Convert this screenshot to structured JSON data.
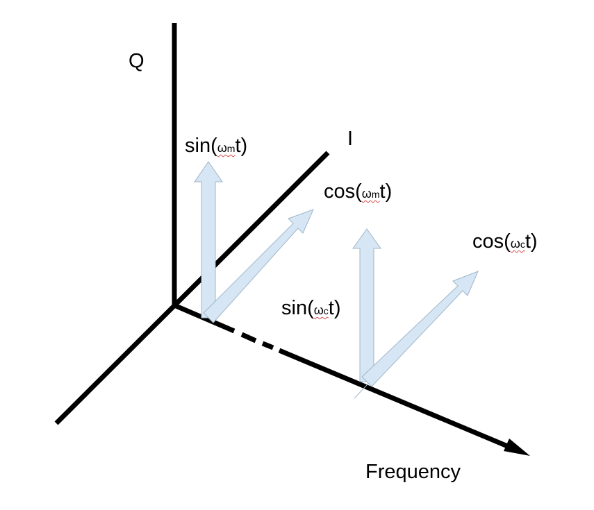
{
  "axes": {
    "q_label": "Q",
    "i_label": "I",
    "freq_label": "Frequency"
  },
  "labels": {
    "sin_m": {
      "pre": "sin(",
      "omega": "ω",
      "sub": "m",
      "post": "t)"
    },
    "cos_m": {
      "pre": "cos(",
      "omega": "ω",
      "sub": "m",
      "post": "t)"
    },
    "sin_c": {
      "pre": "sin(",
      "omega": "ω",
      "sub": "c",
      "post": "t)"
    },
    "cos_c": {
      "pre": "cos(",
      "omega": "ω",
      "sub": "c",
      "post": "t)"
    }
  },
  "colors": {
    "axis": "#000000",
    "arrow_fill": "#d6e6f4",
    "arrow_stroke": "#9fb6c9",
    "squiggle": "#d64a4a"
  }
}
